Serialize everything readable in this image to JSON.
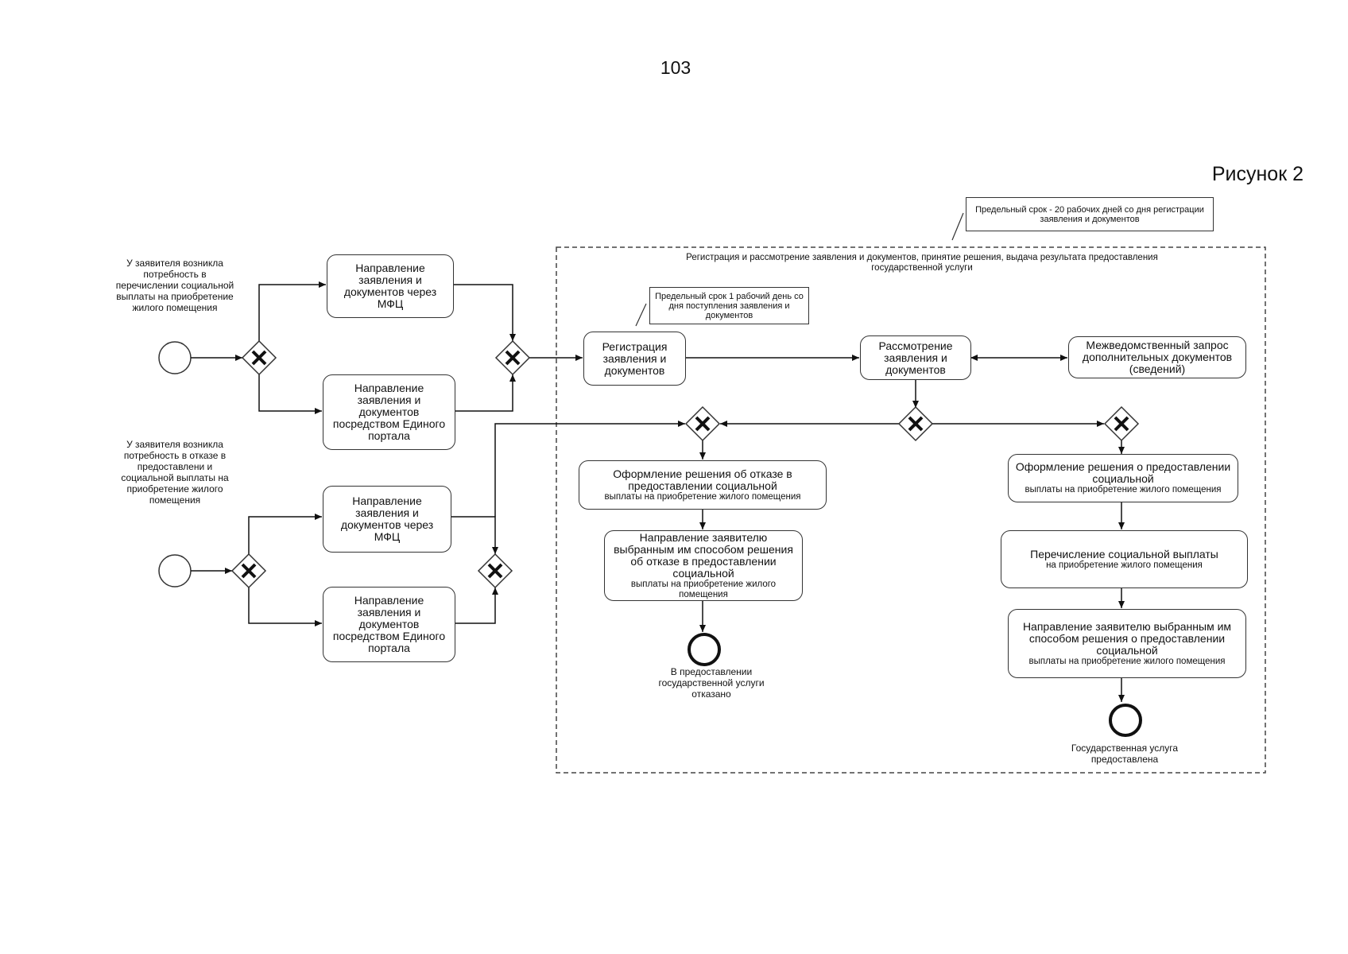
{
  "page": {
    "number": "103",
    "figure_label": "Рисунок 2"
  },
  "notes": {
    "deadline_total": "Предельный срок - 20 рабочих дней со дня регистрации заявления и документов",
    "deadline_registration": "Предельный срок 1 рабочий день со дня поступления заявления и документов"
  },
  "lane": {
    "title": "Регистрация и рассмотрение заявления и документов, принятие решения, выдача результата предоставления государственной услуги"
  },
  "start_events": {
    "payment_need": "У заявителя возникла потребность в перечислении социальной выплаты на приобретение жилого помещения",
    "refusal_need": "У заявителя возникла потребность в отказе в предоставлени и социальной выплаты на приобретение жилого помещения"
  },
  "tasks": {
    "submit_mfc_1": "Направление заявления и документов через МФЦ",
    "submit_portal_1": "Направление заявления и документов посредством Единого портала",
    "submit_mfc_2": "Направление заявления и документов через МФЦ",
    "submit_portal_2": "Направление заявления и документов посредством Единого портала",
    "registration": "Регистрация заявления и документов",
    "review": "Рассмотрение заявления и документов",
    "interagency_request": "Межведомственный запрос дополнительных документов (сведений)",
    "refusal_decision_main": "Оформление решения об отказе в предоставлении социальной",
    "refusal_decision_small": "выплаты на приобретение жилого помещения",
    "refusal_send_main": "Направление заявителю выбранным им способом решения об отказе в предоставлении социальной",
    "refusal_send_small": "выплаты на приобретение жилого помещения",
    "grant_decision_main": "Оформление решения о предоставлении социальной",
    "grant_decision_small": "выплаты на приобретение жилого помещения",
    "payment_main": "Перечисление социальной выплаты",
    "payment_small": "на приобретение жилого помещения",
    "grant_send_main": "Направление заявителю выбранным им способом решения о предоставлении социальной",
    "grant_send_small": "выплаты на приобретение жилого помещения"
  },
  "end_events": {
    "refused": "В предоставлении государственной услуги отказано",
    "granted": "Государственная услуга предоставлена"
  }
}
